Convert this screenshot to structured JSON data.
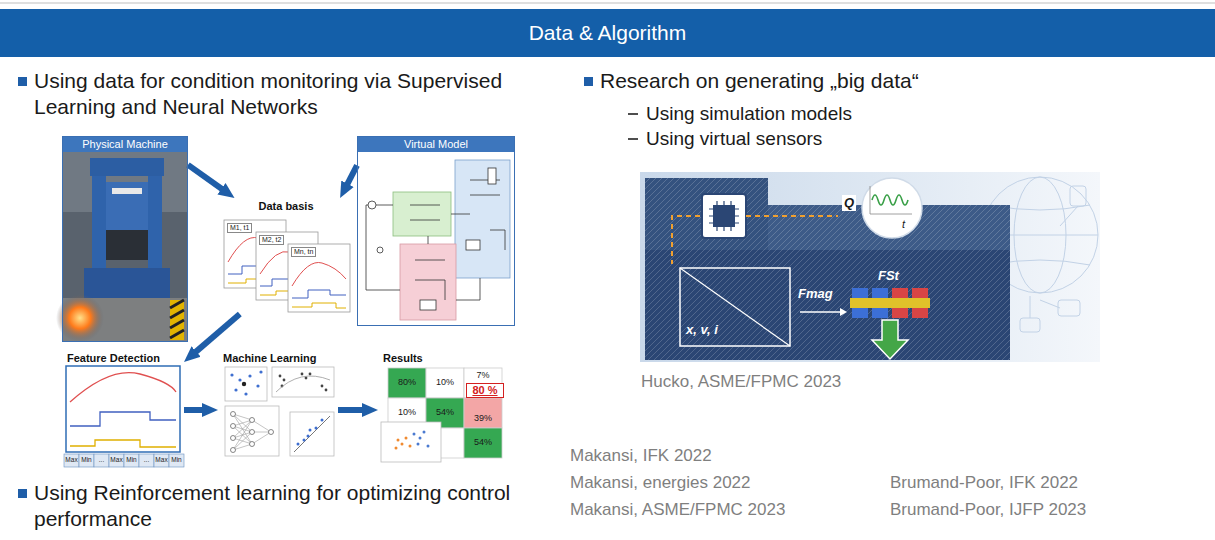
{
  "diagram": {
    "title": "Data & Algorithm",
    "nodes": [
      {
        "text": [
          "Physical Machine"
        ]
      },
      {
        "text": [
          "Virtual Model"
        ]
      },
      {
        "text": [
          "Data basis"
        ]
      },
      {
        "text": [
          "Feature Detection"
        ]
      },
      {
        "text": [
          "Machine Learning"
        ]
      },
      {
        "text": [
          "Results"
        ]
      }
    ],
    "edges": [
      {
        "from": 0,
        "to": 2,
        "arrow": "to"
      },
      {
        "from": 1,
        "to": 2,
        "arrow": "to"
      },
      {
        "from": 2,
        "to": 3,
        "arrow": "to"
      },
      {
        "from": 3,
        "to": 4,
        "arrow": "to"
      },
      {
        "from": 4,
        "to": 5,
        "arrow": "to"
      }
    ],
    "labels": [
      "Using data for condition monitoring via Supervised Learning and Neural Networks",
      "Using Reinforcement learning for optimizing control performance",
      "Research on generating „big data“",
      "Using simulation models",
      "Using virtual sensors",
      "Hucko, ASME/FPMC 2023",
      "Makansi, IFK 2022",
      "Makansi, energies 2022",
      "Makansi, ASME/FPMC 2023",
      "Brumand-Poor, IFK 2022",
      "Brumand-Poor, IJFP 2023",
      "80%",
      "10%",
      "7%",
      "10%",
      "54%",
      "39%",
      "54%",
      "80 %",
      "Q",
      "t",
      "Fmag",
      "FSt",
      "x, v, i",
      "M1, t1",
      "M2, t2",
      "Mn, tn",
      "Max",
      "Min",
      "...",
      "Max",
      "Min",
      "...",
      "Max",
      "Min"
    ]
  }
}
